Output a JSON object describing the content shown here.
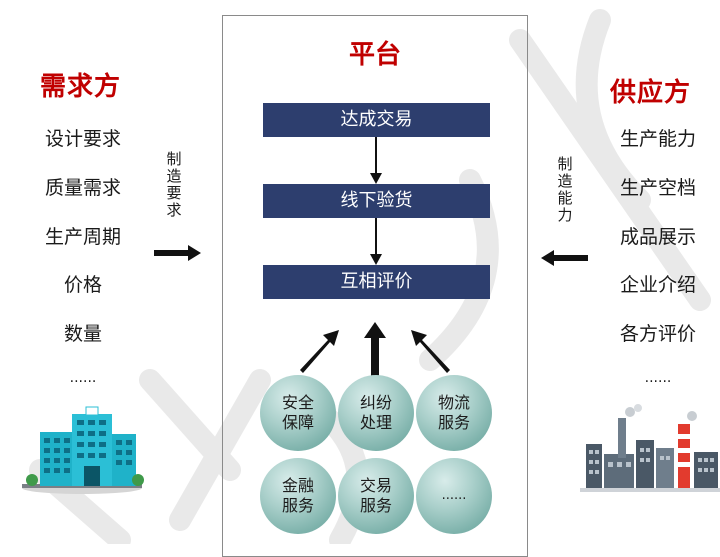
{
  "demand": {
    "title": "需求方",
    "items": [
      "设计要求",
      "质量需求",
      "生产周期",
      "价格",
      "数量",
      "......"
    ],
    "arrow_label": "制造要求"
  },
  "platform": {
    "title": "平台",
    "steps": [
      "达成交易",
      "线下验货",
      "互相评价"
    ],
    "services": [
      "安全保障",
      "纠纷处理",
      "物流服务",
      "金融服务",
      "交易服务",
      "......"
    ]
  },
  "supply": {
    "title": "供应方",
    "items": [
      "生产能力",
      "生产空档",
      "成品展示",
      "企业介绍",
      "各方评价",
      "......"
    ],
    "arrow_label": "制造能力"
  },
  "colors": {
    "side_title": "#c00000",
    "step_box": "#2d3e6e",
    "service_circle": "#8dbdb6",
    "arrow": "#111111"
  },
  "icons": {
    "demand_icon": "office-building-icon",
    "supply_icon": "factory-icon"
  }
}
